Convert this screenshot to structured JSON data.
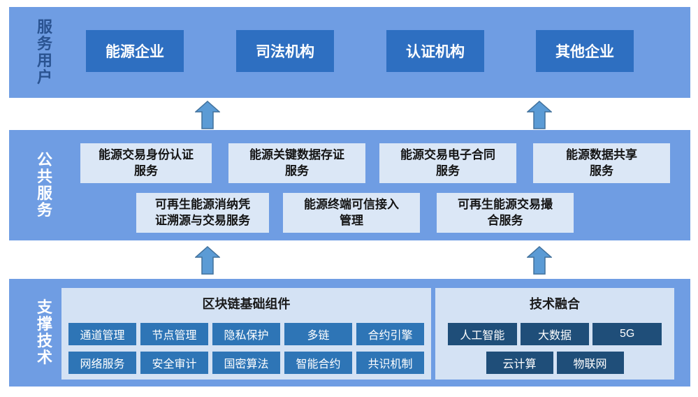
{
  "users_band": {
    "label": "服务用户",
    "boxes": [
      {
        "label": "能源企业"
      },
      {
        "label": "司法机构"
      },
      {
        "label": "认证机构"
      },
      {
        "label": "其他企业"
      }
    ]
  },
  "services_band": {
    "label": "公共服务",
    "row1": [
      {
        "lines": [
          "能源交易身份认证",
          "服务"
        ]
      },
      {
        "lines": [
          "能源关键数据存证",
          "服务"
        ]
      },
      {
        "lines": [
          "能源交易电子合同",
          "服务"
        ]
      },
      {
        "lines": [
          "能源数据共享",
          "服务"
        ]
      }
    ],
    "row2": [
      {
        "lines": [
          "可再生能源消纳凭",
          "证溯源与交易服务"
        ]
      },
      {
        "lines": [
          "能源终端可信接入",
          "管理"
        ]
      },
      {
        "lines": [
          "可再生能源交易撮",
          "合服务"
        ]
      }
    ]
  },
  "tech_band": {
    "label": "支撑技术",
    "blockchain_panel": {
      "title": "区块链基础组件",
      "chips": [
        [
          "通道管理",
          "节点管理",
          "隐私保护",
          "多链",
          "合约引擎"
        ],
        [
          "网络服务",
          "安全审计",
          "国密算法",
          "智能合约",
          "共识机制"
        ]
      ]
    },
    "fusion_panel": {
      "title": "技术融合",
      "chips": [
        [
          "人工智能",
          "大数据",
          "5G"
        ],
        [
          "云计算",
          "物联网"
        ]
      ]
    }
  },
  "icons": {
    "up_arrow": "up-arrow"
  },
  "colors": {
    "band_background": "#6f9de3",
    "user_box": "#2e6fc1",
    "service_box": "#dbe7f6",
    "panel_background": "#d4e2f4",
    "blockchain_chip": "#2e75b6",
    "fusion_chip": "#1f4e79",
    "arrow_fill": "#5b9bd5",
    "arrow_border": "#41719c",
    "users_label_text": "#2a5391",
    "band_label_text": "#ffffff"
  }
}
